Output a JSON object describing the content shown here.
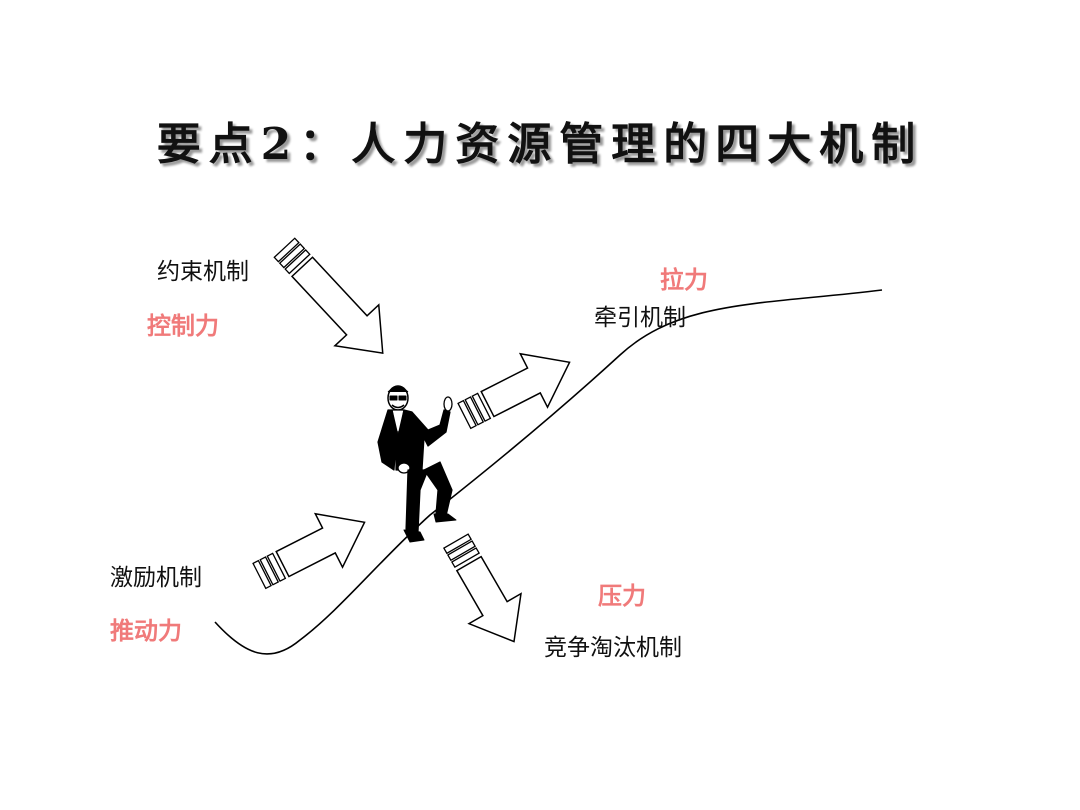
{
  "title": "要点2：人力资源管理的四大机制",
  "mechanisms": {
    "constraint": {
      "label": "约束机制",
      "force": "控制力"
    },
    "traction": {
      "label": "牵引机制",
      "force": "拉力"
    },
    "incentive": {
      "label": "激励机制",
      "force": "推动力"
    },
    "elimination": {
      "label": "竞争淘汰机制",
      "force": "压力"
    }
  },
  "colors": {
    "force_text": "#f07a7a",
    "text": "#111111",
    "title_shadow": "#9a9a9a"
  }
}
